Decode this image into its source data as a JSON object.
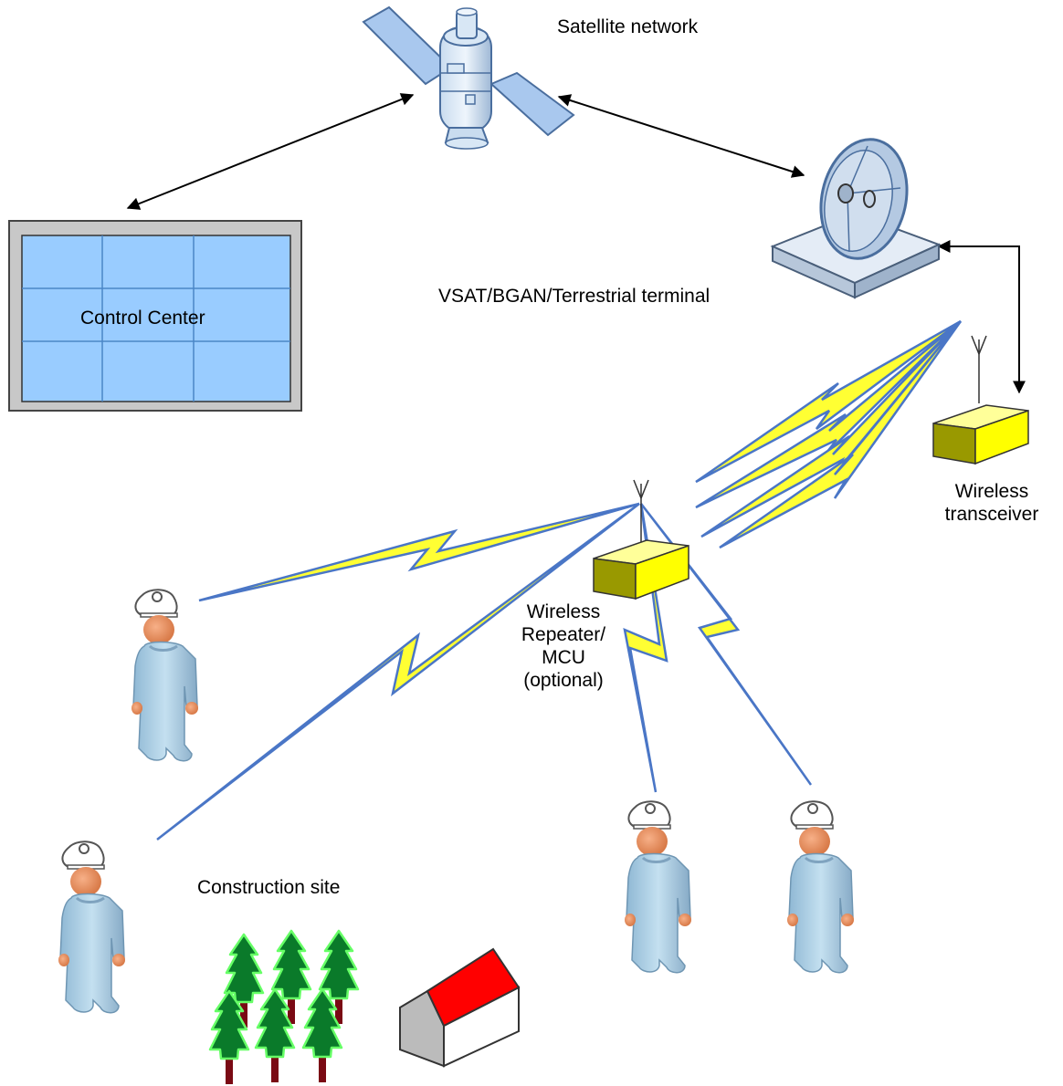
{
  "labels": {
    "satellite": "Satellite network",
    "terminal": "VSAT/BGAN/Terrestrial terminal",
    "control_center": "Control Center",
    "transceiver_line1": "Wireless",
    "transceiver_line2": "transceiver",
    "repeater_line1": "Wireless",
    "repeater_line2": "Repeater/",
    "repeater_line3": "MCU",
    "repeater_line4": "(optional)",
    "construction_site": "Construction site"
  },
  "colors": {
    "link_blue": "#4a76c6",
    "bolt_yellow": "#ffff33",
    "panel_blue": "#99ccff",
    "box_yellow": "#ffff00",
    "box_olive": "#999900",
    "worker_blue": "#a8cbe0",
    "tree_green": "#007a1c",
    "roof_red": "#ff0000"
  }
}
